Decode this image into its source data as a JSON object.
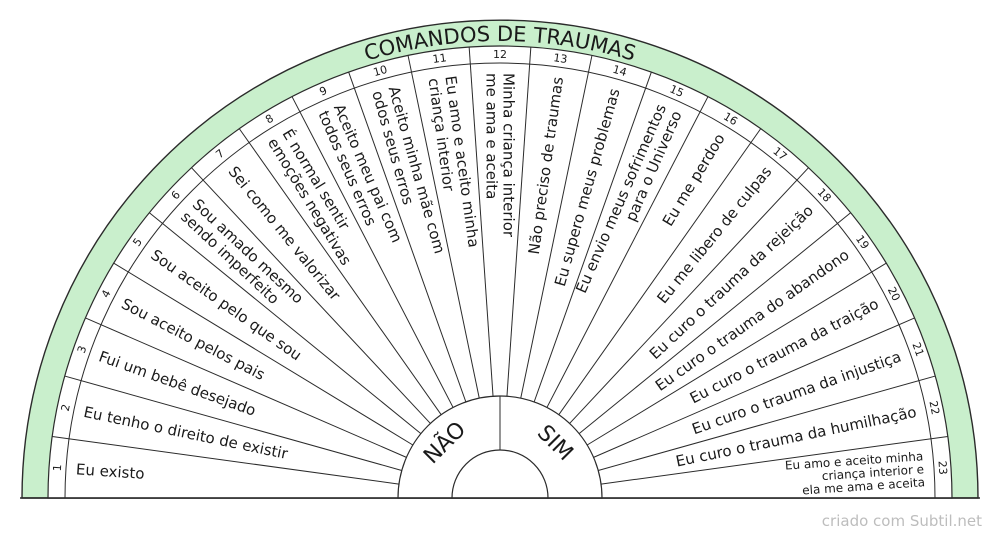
{
  "title": "COMANDOS DE TRAUMAS",
  "center": {
    "left": "NÃO",
    "right": "SIM"
  },
  "colors": {
    "band": "#c9efcc",
    "stroke": "#2b2b2b",
    "text": "#1a1a1a",
    "credit": "#bdbdbd"
  },
  "sectors": [
    {
      "num": "1",
      "lines": [
        "Eu existo"
      ]
    },
    {
      "num": "2",
      "lines": [
        "Eu tenho o direito de existir"
      ]
    },
    {
      "num": "3",
      "lines": [
        "Fui um bebê desejado"
      ]
    },
    {
      "num": "4",
      "lines": [
        "Sou aceito pelos pais"
      ]
    },
    {
      "num": "5",
      "lines": [
        "Sou aceito pelo que sou"
      ]
    },
    {
      "num": "6",
      "lines": [
        "Sou amado mesmo",
        "sendo imperfeito"
      ]
    },
    {
      "num": "7",
      "lines": [
        "Sei como me valorizar"
      ]
    },
    {
      "num": "8",
      "lines": [
        "É normal sentir",
        "emoções negativas"
      ]
    },
    {
      "num": "9",
      "lines": [
        "Aceito meu pai com",
        "todos seus erros"
      ]
    },
    {
      "num": "10",
      "lines": [
        "Aceito minha mãe com",
        "odos seus erros"
      ]
    },
    {
      "num": "11",
      "lines": [
        "Eu amo e aceito minha",
        "criança interior"
      ]
    },
    {
      "num": "12",
      "lines": [
        "Minha criança interior",
        "me ama e aceita"
      ]
    },
    {
      "num": "13",
      "lines": [
        "Não preciso de traumas"
      ]
    },
    {
      "num": "14",
      "lines": [
        "Eu supero meus problemas"
      ]
    },
    {
      "num": "15",
      "lines": [
        "Eu envio meus sofrimentos",
        "para o Universo"
      ]
    },
    {
      "num": "16",
      "lines": [
        "Eu me perdoo"
      ]
    },
    {
      "num": "17",
      "lines": [
        "Eu me libero de culpas"
      ]
    },
    {
      "num": "18",
      "lines": [
        "Eu curo o trauma da rejeição"
      ]
    },
    {
      "num": "19",
      "lines": [
        "Eu curo o trauma do abandono"
      ]
    },
    {
      "num": "20",
      "lines": [
        "Eu curo o trauma da traição"
      ]
    },
    {
      "num": "21",
      "lines": [
        "Eu curo o trauma da injustiça"
      ]
    },
    {
      "num": "22",
      "lines": [
        "Eu curo o trauma da humilhação"
      ]
    },
    {
      "num": "23",
      "lines": [
        "Eu amo e aceito minha",
        "criança interior e",
        "ela me ama e aceita"
      ]
    }
  ],
  "credit": "criado com Subtil.net"
}
